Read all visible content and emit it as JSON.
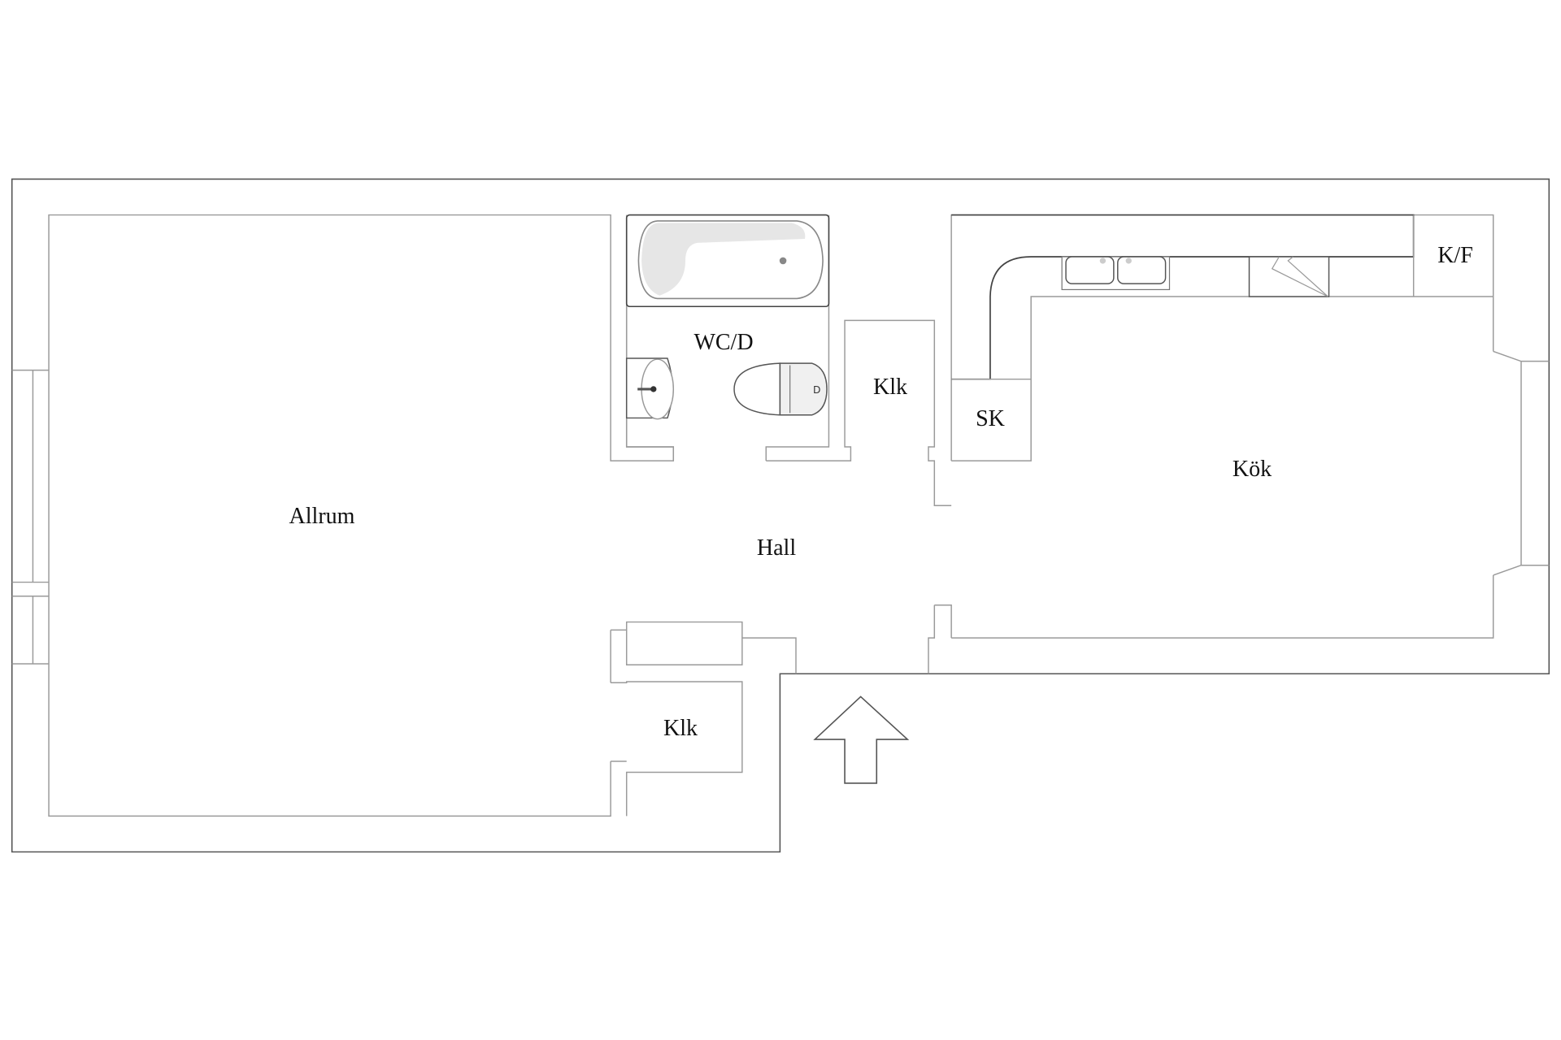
{
  "floorplan": {
    "rooms": [
      {
        "id": "allrum",
        "label": "Allrum"
      },
      {
        "id": "hall",
        "label": "Hall"
      },
      {
        "id": "wcd",
        "label": "WC/D"
      },
      {
        "id": "klk1",
        "label": "Klk"
      },
      {
        "id": "klk2",
        "label": "Klk"
      },
      {
        "id": "sk",
        "label": "SK"
      },
      {
        "id": "kf",
        "label": "K/F"
      },
      {
        "id": "kok",
        "label": "Kök"
      }
    ],
    "fixtures": [
      "bathtub-icon",
      "washbasin-icon",
      "toilet-icon",
      "double-sink-icon",
      "stove-icon"
    ],
    "entrance": {
      "icon": "entrance-arrow-icon",
      "direction": "up"
    },
    "colors": {
      "wall": "#555555",
      "thin_line": "#9a9a9a",
      "fixture_fill": "#e6e6e6",
      "text": "#111111",
      "background": "#ffffff"
    }
  }
}
